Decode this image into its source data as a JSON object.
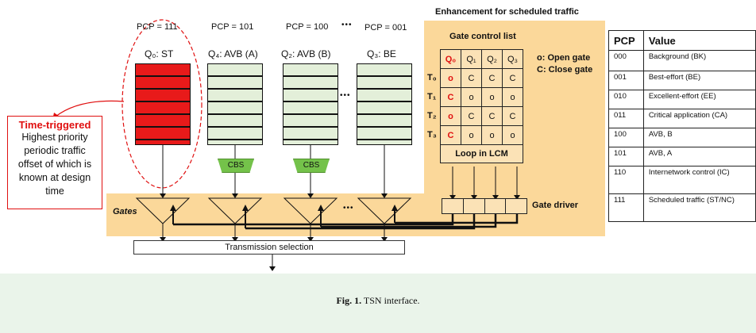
{
  "queues": [
    {
      "pcp": "PCP = 111",
      "label": "Q₀: ST",
      "type": "red"
    },
    {
      "pcp": "PCP = 101",
      "label": "Q₄: AVB (A)",
      "type": "green"
    },
    {
      "pcp": "PCP = 100",
      "label": "Q₂: AVB (B)",
      "type": "green"
    },
    {
      "pcp": "PCP = 001",
      "label": "Q₃: BE",
      "type": "green"
    }
  ],
  "ellipsis": "•••",
  "ellipsis_mid": "•••",
  "cbs_label": "CBS",
  "callout": {
    "title": "Time-triggered",
    "body": "Highest priority periodic traffic offset of which is known at design time"
  },
  "gates_label": "Gates",
  "transmission_label": "Transmission selection",
  "enhancement_title": "Enhancement for scheduled traffic",
  "gcl": {
    "title": "Gate control list",
    "header": [
      "Q₀",
      "Q₁",
      "Q₂",
      "Q₃"
    ],
    "row_labels": [
      "T₀",
      "T₁",
      "T₂",
      "T₃"
    ],
    "rows": [
      [
        "o",
        "C",
        "C",
        "C"
      ],
      [
        "C",
        "o",
        "o",
        "o"
      ],
      [
        "o",
        "C",
        "C",
        "C"
      ],
      [
        "C",
        "o",
        "o",
        "o"
      ]
    ],
    "legend_open": "o: Open gate",
    "legend_close": "C: Close gate",
    "loop_label": "Loop in LCM",
    "driver_label": "Gate driver"
  },
  "pcp_table": {
    "headers": [
      "PCP",
      "Value"
    ],
    "rows": [
      [
        "000",
        "Background (BK)"
      ],
      [
        "001",
        "Best-effort (BE)"
      ],
      [
        "010",
        "Excellent-effort (EE)"
      ],
      [
        "011",
        "Critical application (CA)"
      ],
      [
        "100",
        "AVB, B"
      ],
      [
        "101",
        "AVB, A"
      ],
      [
        "110",
        "Internetwork control (IC)"
      ],
      [
        "111",
        "Scheduled traffic (ST/NC)"
      ]
    ]
  },
  "caption": {
    "prefix": "Fig. 1.",
    "text": "TSN interface."
  },
  "colors": {
    "st_queue": "#e81a1a",
    "avb_queue": "#e3efd9",
    "cbs": "#74c24a",
    "orange_area": "#fbd89a",
    "callout_title": "#e01010"
  }
}
